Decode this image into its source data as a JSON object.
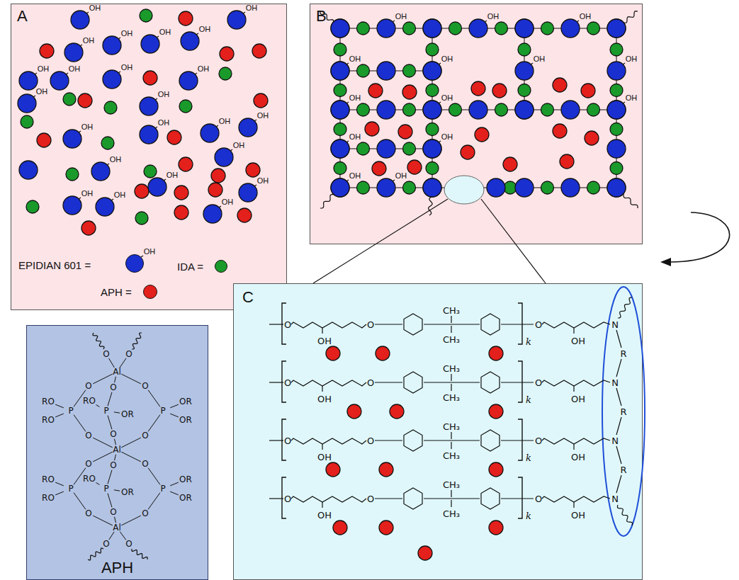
{
  "diagram": {
    "nodes": [
      {
        "text": [
          "A"
        ]
      },
      {
        "text": [
          "B"
        ]
      },
      {
        "text": [
          "C"
        ]
      },
      {
        "text": [
          "APH"
        ]
      }
    ],
    "labels": [
      "OH",
      "OH",
      "OH",
      "OH",
      "OH",
      "OH",
      "OH",
      "OH",
      "OH",
      "OH",
      "OH",
      "OH",
      "OH",
      "OH",
      "OH",
      "OH",
      "OH",
      "OH",
      "OH",
      "OH",
      "OH",
      "OH",
      "OH",
      "OH",
      "OH",
      "OH",
      "OH",
      "OH",
      "OH",
      "OH",
      "OH",
      "OH",
      "OH",
      "OH",
      "OH",
      "OH",
      "OH",
      "OH",
      "O",
      "OH",
      "O",
      "CH₃",
      "CH₃",
      "k",
      "O",
      "OH",
      "N",
      "O",
      "OH",
      "O",
      "CH₃",
      "CH₃",
      "k",
      "O",
      "OH",
      "N",
      "O",
      "OH",
      "O",
      "CH₃",
      "CH₃",
      "k",
      "O",
      "OH",
      "N",
      "O",
      "OH",
      "O",
      "CH₃",
      "CH₃",
      "k",
      "O",
      "OH",
      "N",
      "R",
      "R",
      "R",
      "O",
      "O",
      "Al",
      "O",
      "O",
      "O",
      "P",
      "RO",
      "RO",
      "P",
      "RO",
      "OR",
      "P",
      "OR",
      "OR",
      "O",
      "O",
      "O",
      "Al",
      "O",
      "O",
      "O",
      "P",
      "RO",
      "RO",
      "P",
      "RO",
      "OR",
      "P",
      "OR",
      "OR",
      "O",
      "O",
      "O",
      "Al",
      "O",
      "O"
    ],
    "legend": [
      {
        "text": "EPIDIAN 601 =",
        "color": "#1a2fd0"
      },
      {
        "text": "IDA =",
        "color": "#1a9a2a"
      },
      {
        "text": "APH =",
        "color": "#e3201b"
      }
    ]
  }
}
